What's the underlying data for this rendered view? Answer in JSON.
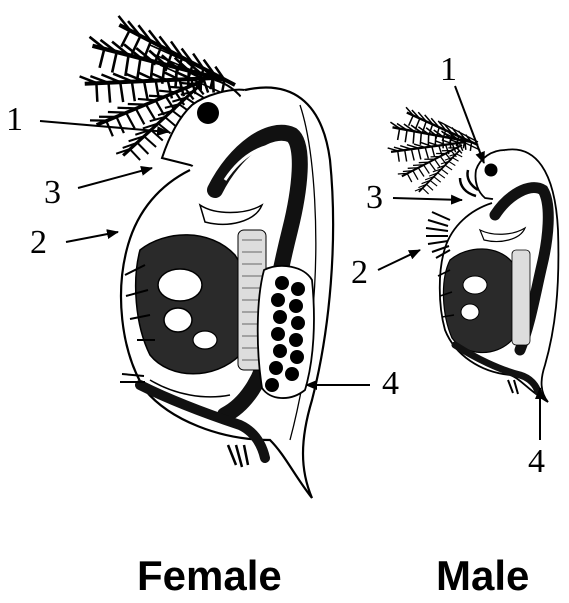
{
  "female": {
    "label": "Female",
    "callouts": [
      "1",
      "2",
      "3",
      "4"
    ]
  },
  "male": {
    "label": "Male",
    "callouts": [
      "1",
      "2",
      "3",
      "4"
    ]
  },
  "colors": {
    "ink": "#000000",
    "background": "#ffffff"
  }
}
